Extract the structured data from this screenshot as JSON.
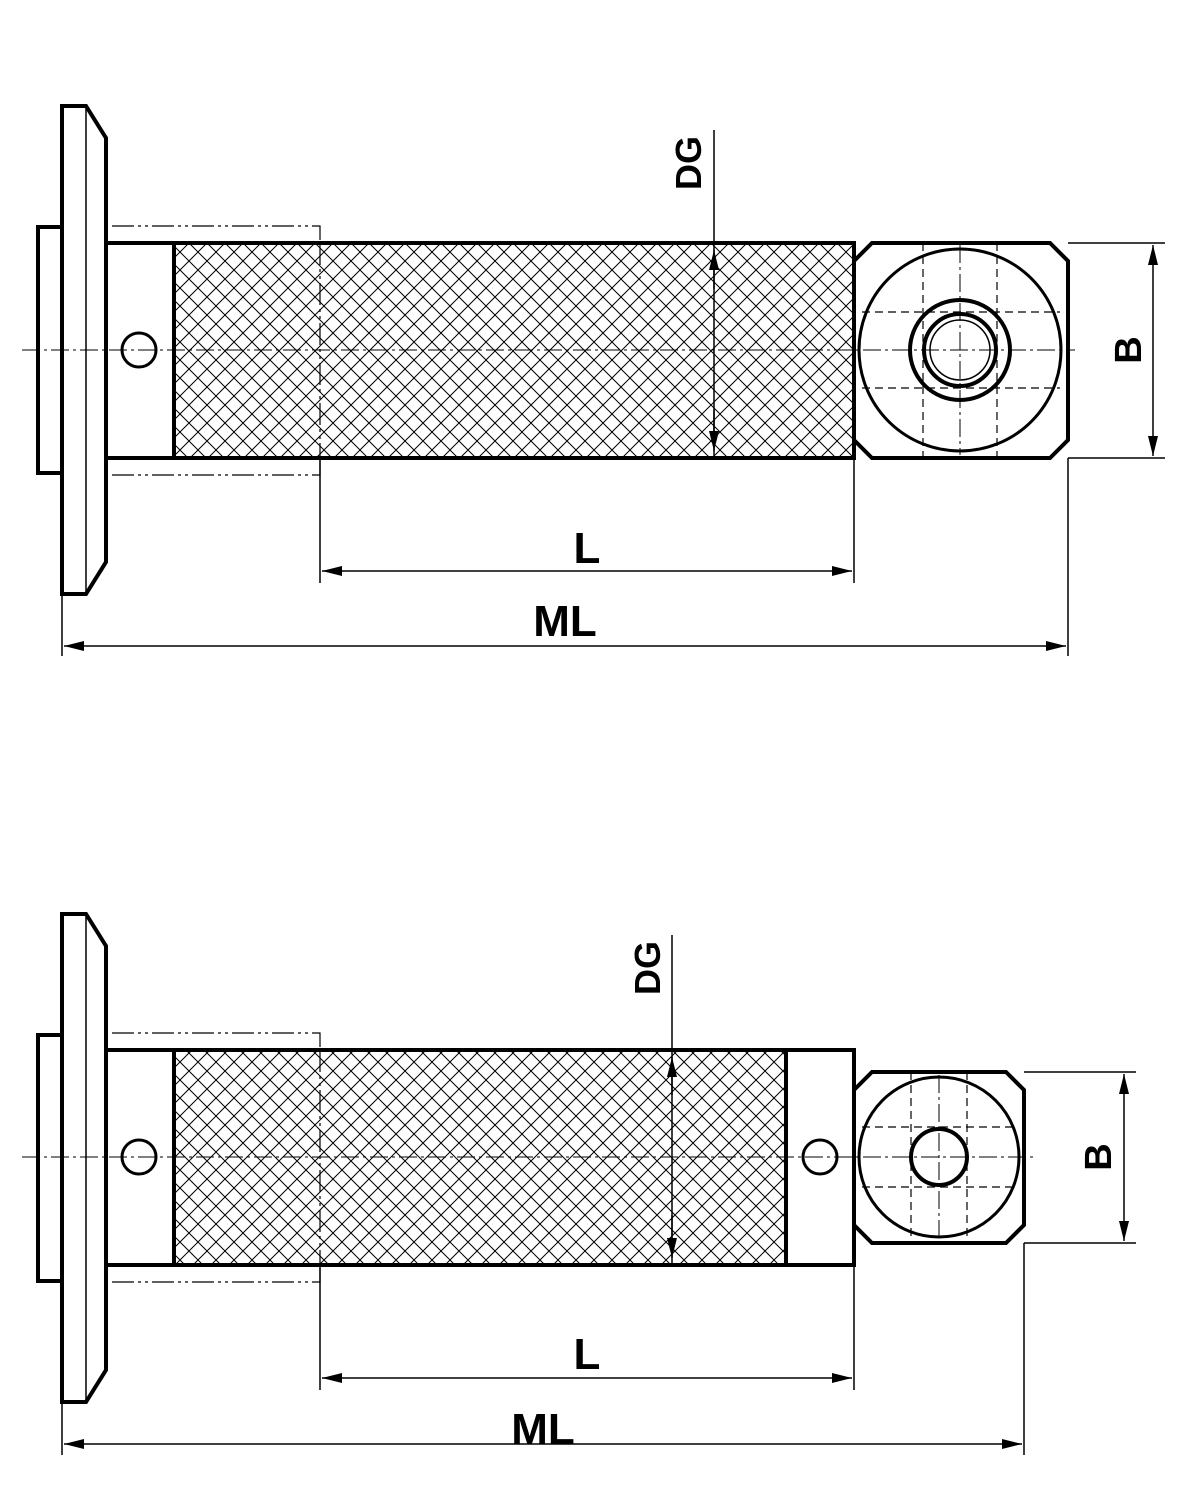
{
  "views": [
    {
      "id": "top",
      "labels": {
        "dg": "DG",
        "b": "B",
        "l": "L",
        "ml": "ML"
      }
    },
    {
      "id": "bottom",
      "labels": {
        "dg": "DG",
        "b": "B",
        "l": "L",
        "ml": "ML"
      }
    }
  ]
}
